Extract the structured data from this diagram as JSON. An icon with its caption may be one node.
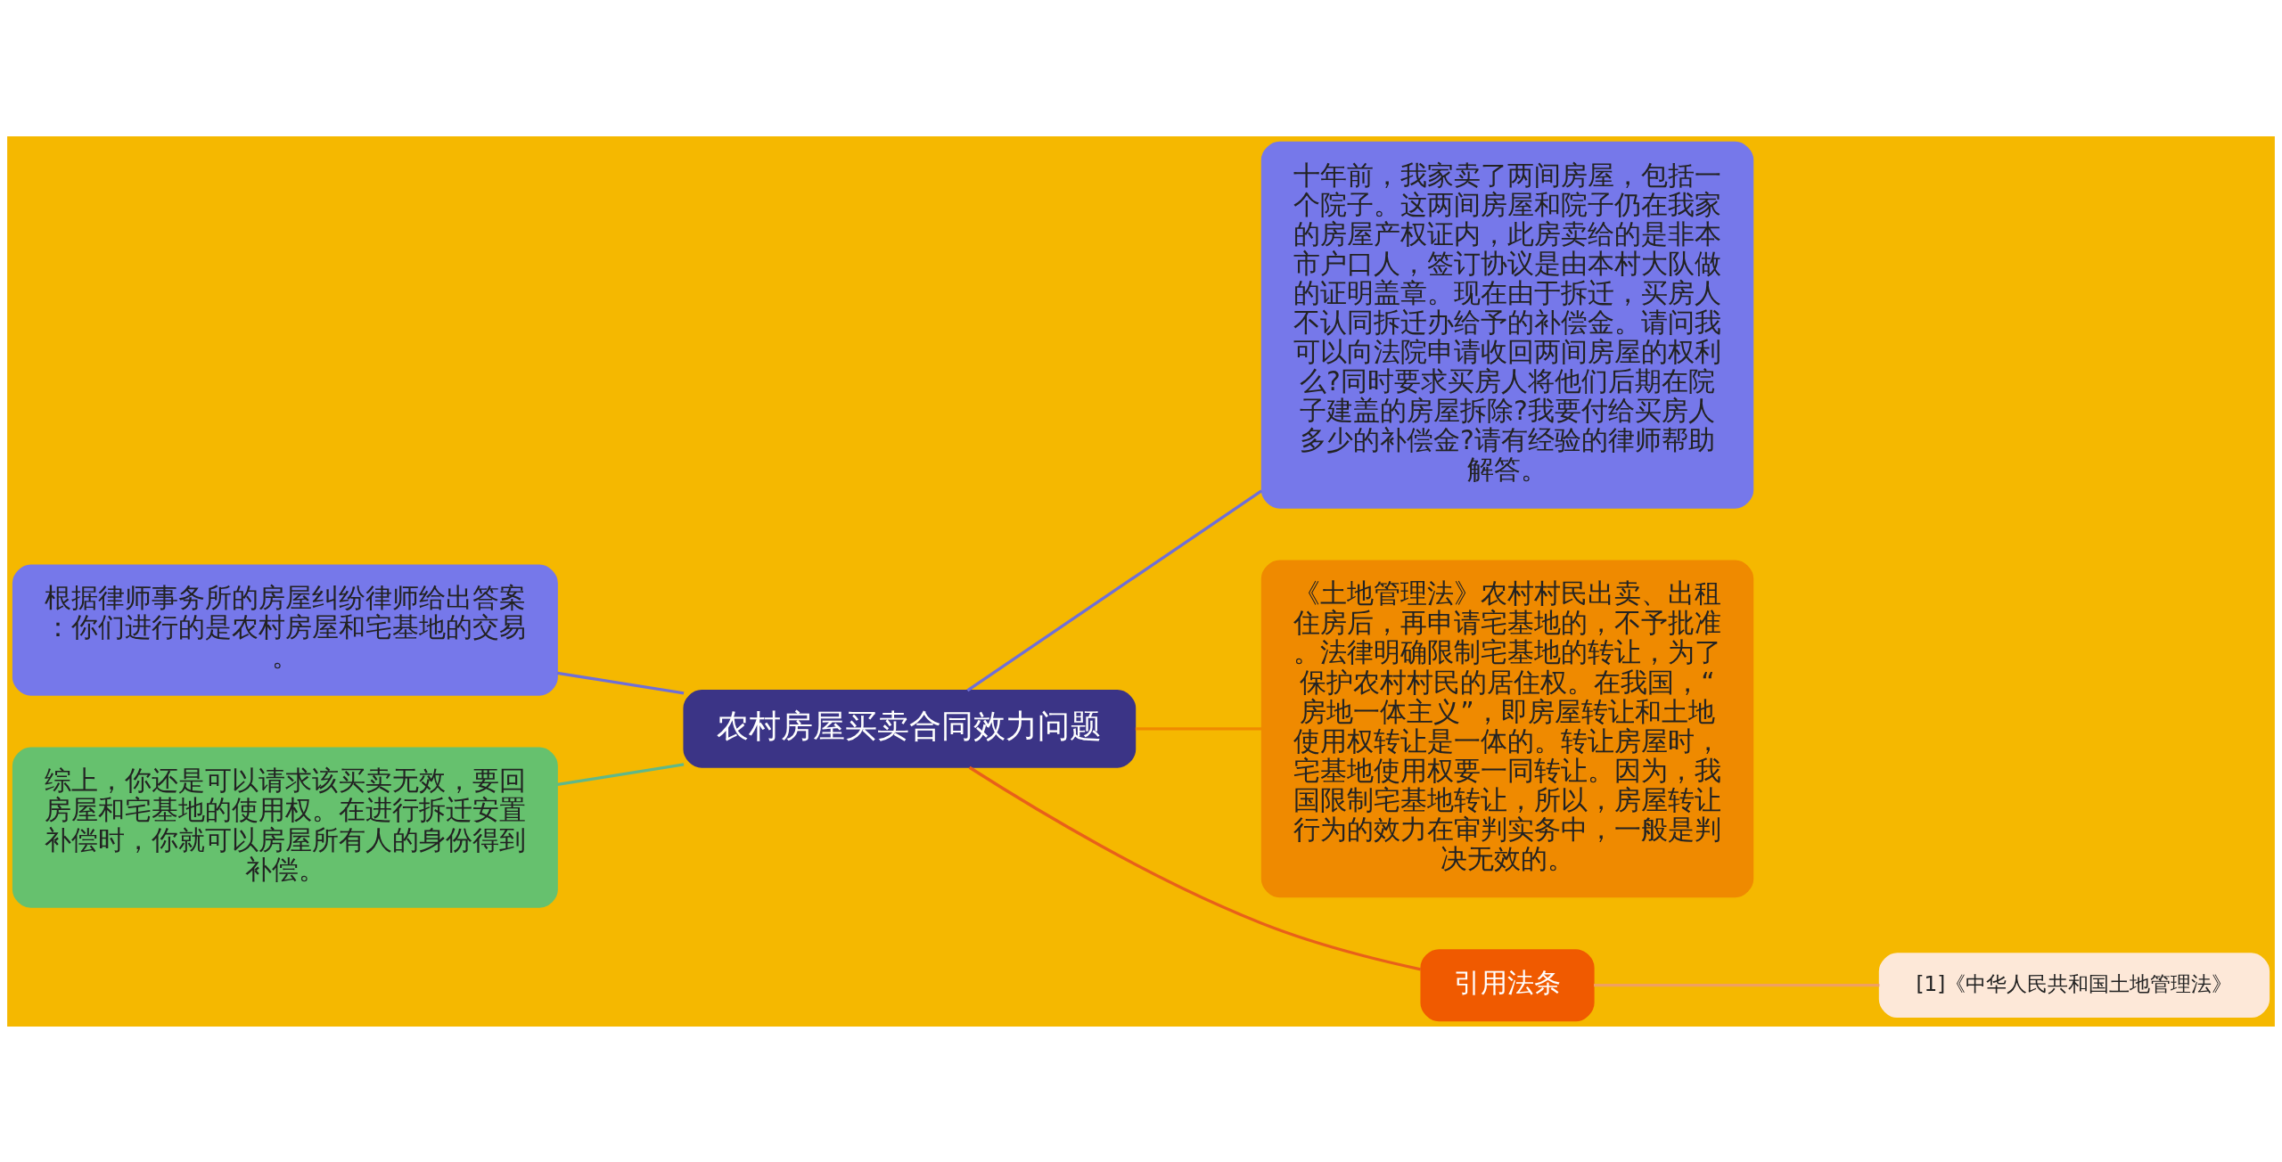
{
  "diagram": {
    "nodes": [
      {
        "text": [
          "农村房屋买卖合同效力问题"
        ]
      },
      {
        "text": [
          "十年前，我家卖了两间房屋，包括一个院子。这两间房屋和院子仍在我家的房屋产权证内，此房卖给的是非本市户口人，签订协议是由本村大队做的证明盖章。现在由于拆迁，买房人不认同拆迁办给予的补偿金。请问我可以向法院申请收回两间房屋的权利么?同时要求买房人将他们后期在院子建盖的房屋拆除?我要付给买房人多少的补偿金?请有经验的律师帮助解答。"
        ]
      },
      {
        "text": [
          "根据律师事务所的房屋纠纷律师给出答案：你们进行的是农村房屋和宅基地的交易。"
        ]
      },
      {
        "text": [
          "综上，你还是可以请求该买卖无效，要回房屋和宅基地的使用权。在进行拆迁安置补偿时，你就可以房屋所有人的身份得到补偿。"
        ]
      },
      {
        "text": [
          "《土地管理法》农村村民出卖、出租住房后，再申请宅基地的，不予批准。法律明确限制宅基地的转让，为了保护农村村民的居住权。在我国，“房地一体主义”，即房屋转让和土地使用权转让是一体的。转让房屋时，宅基地使用权要一同转让。因为，我国限制宅基地转让，所以，房屋转让行为的效力在审判实务中，一般是判决无效的。"
        ]
      },
      {
        "text": [
          "引用法条"
        ]
      },
      {
        "text": [
          "[1]《中华人民共和国土地管理法》"
        ]
      }
    ],
    "edges": [
      {
        "from": 0,
        "to": 1,
        "arrow": "none",
        "color": "#6f6fd8"
      },
      {
        "from": 0,
        "to": 2,
        "arrow": "none",
        "color": "#6f6fd8"
      },
      {
        "from": 0,
        "to": 3,
        "arrow": "none",
        "color": "#5fb88a"
      },
      {
        "from": 0,
        "to": 4,
        "arrow": "none",
        "color": "#ef8a00"
      },
      {
        "from": 0,
        "to": 5,
        "arrow": "none",
        "color": "#e8601a"
      },
      {
        "from": 5,
        "to": 6,
        "arrow": "none",
        "color": "#f0a060"
      }
    ]
  }
}
